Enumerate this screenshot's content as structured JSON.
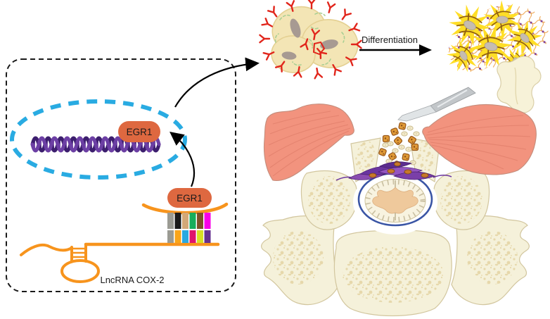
{
  "figure": {
    "left_panel": {
      "nucleus_egr1": "EGR1",
      "promoter_egr1": "EGR1",
      "lncrna_label": "LncRNA COX-2"
    },
    "top_right": {
      "differentiation_label": "Differentiation"
    },
    "colors": {
      "egr1_pill": "#DE6840",
      "nucleus_outline": "#29ABE2",
      "rna_orange": "#F7941D",
      "dna_strand_dark": "#3C1E6E",
      "dna_strand_light": "#6C3FA4",
      "receptor_red": "#E1251B",
      "stem_cell_body": "#F3E5B5",
      "differentiated_cell_yellow": "#FFDE26",
      "matrix_mesh": "#EB9A3D",
      "matrix_dot": "#7E3F98",
      "muscle_pink": "#F2937E",
      "bone_cream": "#F5F1DA",
      "bone_speckle": "#E6D8AB",
      "spinal_ring_blue": "#3A55A5",
      "gray_matter_tan": "#EFC99C",
      "transplanted_cell_purple": "#7B3FA0",
      "particle_brown": "#E09A36",
      "scalpel_gray": "#C2C6C9",
      "arrow_black": "#000000"
    },
    "promoter_bars": {
      "top": [
        "#9B9B93",
        "#1A1A1A",
        "#D3A878",
        "#17AE5B",
        "#7D5127",
        "#F800E7"
      ],
      "bottom": [
        "#9B9B93",
        "#F9A51A",
        "#2BA9E1",
        "#E0136C",
        "#D7DF23",
        "#66308F"
      ]
    }
  }
}
